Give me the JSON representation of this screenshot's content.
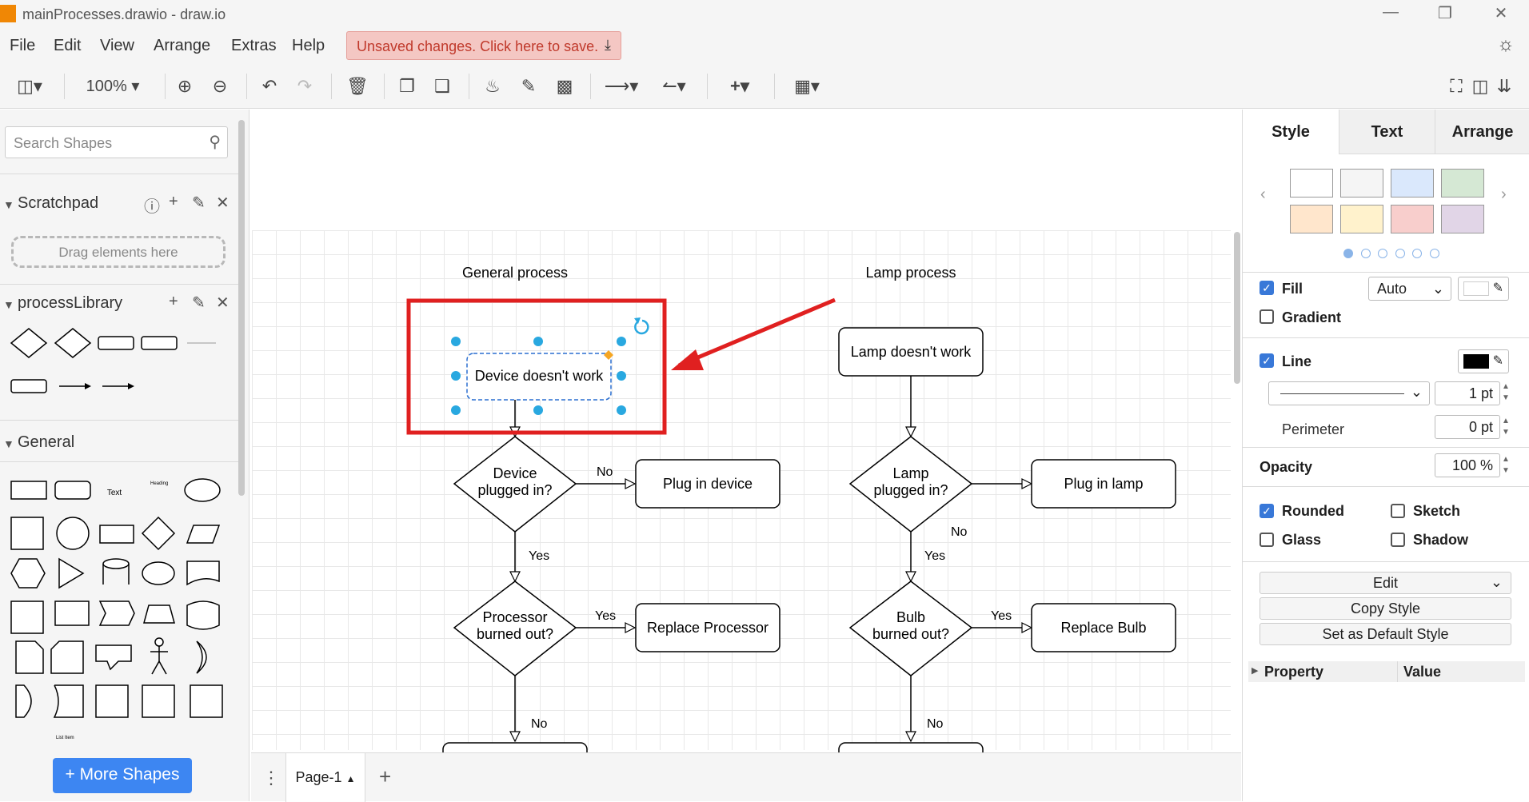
{
  "window": {
    "title": "mainProcesses.drawio - draw.io",
    "controls": [
      "minimize-icon",
      "restore-icon",
      "close-icon"
    ]
  },
  "menu": {
    "items": [
      "File",
      "Edit",
      "View",
      "Arrange",
      "Extras",
      "Help"
    ],
    "unsaved_label": "Unsaved changes. Click here to save."
  },
  "toolbar": {
    "zoom": "100%",
    "icons": [
      "format-panel-icon",
      "zoom-in-icon",
      "zoom-out-icon",
      "undo-icon",
      "redo-icon",
      "delete-icon",
      "to-front-icon",
      "to-back-icon",
      "fill-color-icon",
      "line-color-icon",
      "shadow-icon",
      "connection-icon",
      "waypoints-icon",
      "insert-icon",
      "table-icon",
      "fullscreen-icon",
      "toggle-panel-icon",
      "collapse-icon"
    ]
  },
  "sidebar": {
    "search_placeholder": "Search Shapes",
    "scratchpad": {
      "title": "Scratchpad",
      "drop_hint": "Drag elements here"
    },
    "library": {
      "title": "processLibrary"
    },
    "general": {
      "title": "General"
    },
    "shape_labels": {
      "text": "Text",
      "heading": "Heading",
      "list_item": "List Item"
    },
    "more_shapes": "+ More Shapes"
  },
  "diagram": {
    "general_title": "General process",
    "lamp_title": "Lamp process",
    "general": {
      "start": "Device doesn't work",
      "q1": [
        "Device",
        "plugged in?"
      ],
      "a1": "Plug in device",
      "q2": [
        "Processor",
        "burned out?"
      ],
      "a2": "Replace Processor"
    },
    "lamp": {
      "start": "Lamp doesn't work",
      "q1": [
        "Lamp",
        "plugged in?"
      ],
      "a1": "Plug in lamp",
      "q2": [
        "Bulb",
        "burned out?"
      ],
      "a2": "Replace Bulb"
    },
    "edge_labels": {
      "yes": "Yes",
      "no": "No"
    }
  },
  "pages": {
    "current": "Page-1"
  },
  "format_panel": {
    "tabs": [
      "Style",
      "Text",
      "Arrange"
    ],
    "swatches": [
      "#ffffff",
      "#f5f5f5",
      "#dae8fc",
      "#d5e8d4",
      "#ffe6cc",
      "#fff2cc",
      "#f8cecc",
      "#e1d5e7"
    ],
    "fill": {
      "label": "Fill",
      "mode": "Auto",
      "checked": true,
      "color": "#ffffff"
    },
    "gradient": {
      "label": "Gradient",
      "checked": false
    },
    "line": {
      "label": "Line",
      "checked": true,
      "color": "#000000",
      "width": "1 pt"
    },
    "perimeter": {
      "label": "Perimeter",
      "value": "0 pt"
    },
    "opacity": {
      "label": "Opacity",
      "value": "100 %"
    },
    "options": {
      "rounded": "Rounded",
      "sketch": "Sketch",
      "glass": "Glass",
      "shadow": "Shadow"
    },
    "buttons": {
      "edit": "Edit",
      "copy_style": "Copy Style",
      "default_style": "Set as Default Style"
    },
    "table_header": {
      "property": "Property",
      "value": "Value"
    }
  }
}
